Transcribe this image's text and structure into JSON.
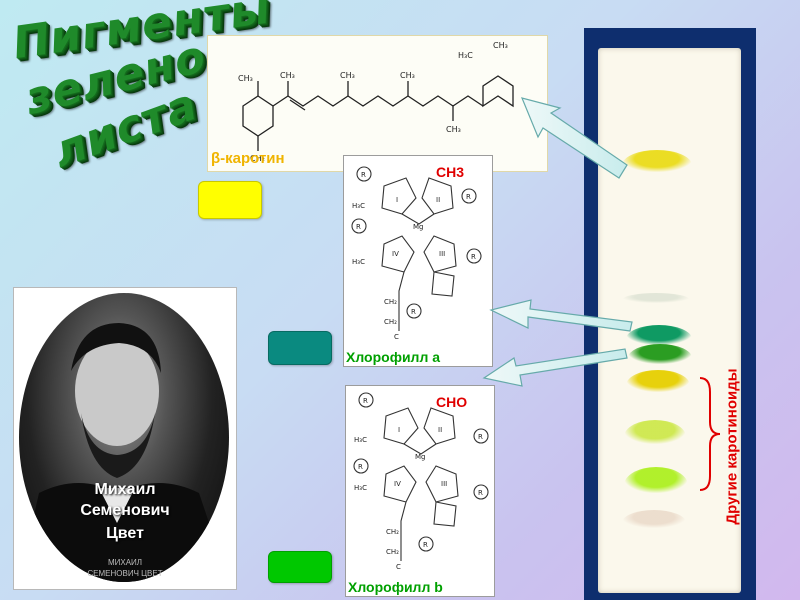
{
  "title_lines": [
    "Пигменты",
    "зеленого",
    "листа"
  ],
  "carotene": {
    "label": "β-каротин"
  },
  "chlorophyll_a": {
    "label": "Хлорофилл a",
    "substituent": "CH3"
  },
  "chlorophyll_b": {
    "label": "Хлорофилл b",
    "substituent": "CHO"
  },
  "portrait": {
    "name_lines": [
      "Михаил",
      "Семенович",
      "Цвет"
    ],
    "caption_lines": [
      "МИХАИЛ",
      "СЕМЕНОВИЧ ЦВЕТ"
    ]
  },
  "chromatogram": {
    "side_label": "Другие каротиноиды",
    "bands": [
      {
        "pigment": "carotene",
        "color": "#e8d800"
      },
      {
        "pigment": "faint",
        "color": "#d8dfcf"
      },
      {
        "pigment": "chlorophyll-a",
        "color": "#0f9a63"
      },
      {
        "pigment": "chlorophyll-b",
        "color": "#2b9d22"
      },
      {
        "pigment": "xanthophyll",
        "color": "#e6cf00"
      },
      {
        "pigment": "carotenoid-1",
        "color": "#c8e63a"
      },
      {
        "pigment": "carotenoid-2",
        "color": "#a9ef16"
      },
      {
        "pigment": "faint-bottom",
        "color": "#e9d7c6"
      }
    ]
  },
  "colors": {
    "swatch_yellow": "#ffff00",
    "swatch_teal": "#0a8a80",
    "swatch_green": "#00c800",
    "label_red": "#e00000",
    "label_green": "#00a000",
    "title_green": "#1f8a2a"
  }
}
